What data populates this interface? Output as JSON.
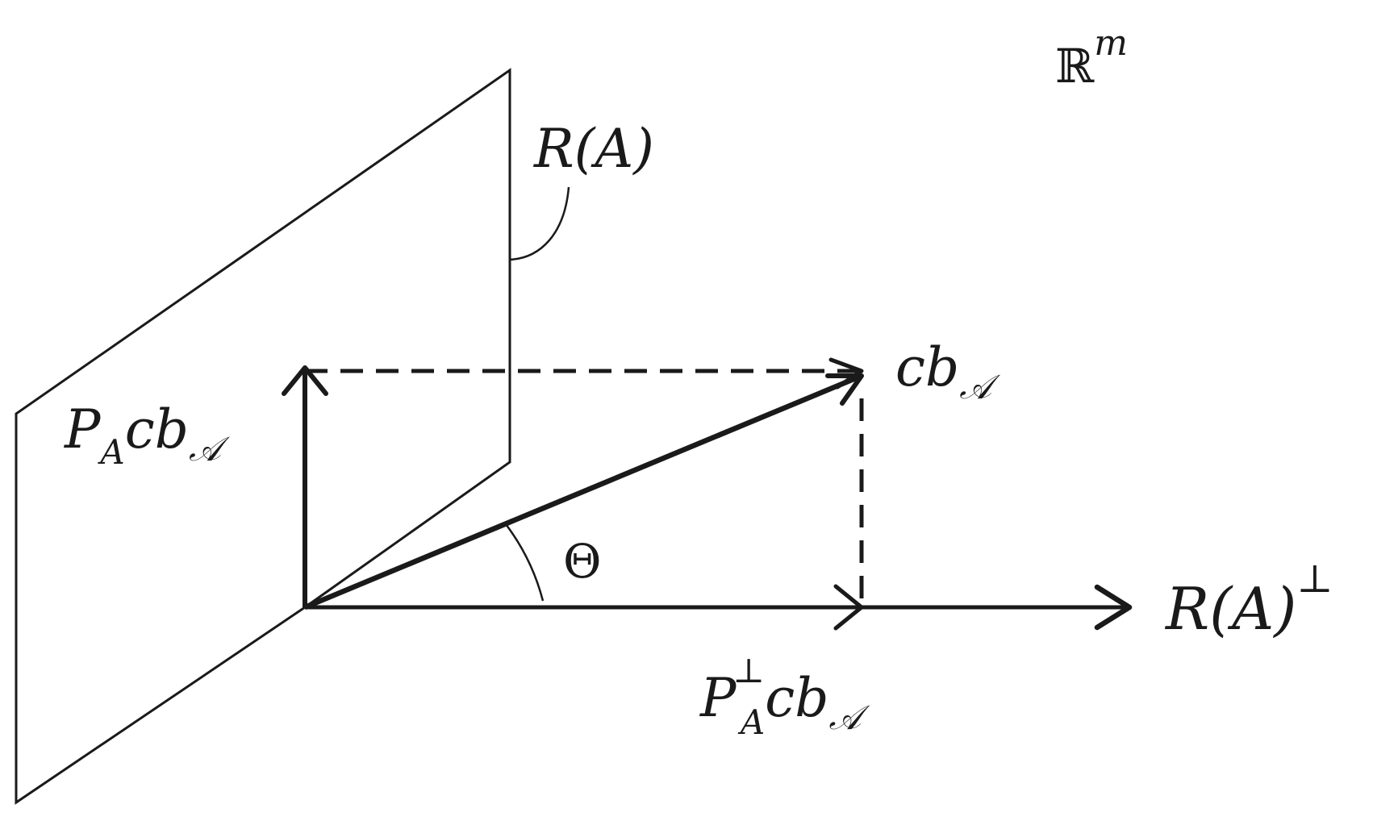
{
  "space_label": {
    "symbol": "ℝ",
    "exponent": "m"
  },
  "subspace_label": {
    "text": "R(A)"
  },
  "complement_label": {
    "base": "R(A)",
    "superscript": "⊥"
  },
  "vector_label": {
    "base": "cb",
    "subscript": "𝒜"
  },
  "projection_label": {
    "base": "P",
    "subscript": "A",
    "tail": "cb",
    "tail_subscript": "𝒜"
  },
  "orth_projection_label": {
    "base": "P",
    "superscript": "⊥",
    "subscript": "A",
    "tail": "cb",
    "tail_subscript": "𝒜"
  },
  "angle_label": {
    "text": "Θ"
  },
  "colors": {
    "ink": "#1a1a1a",
    "background": "#ffffff"
  }
}
